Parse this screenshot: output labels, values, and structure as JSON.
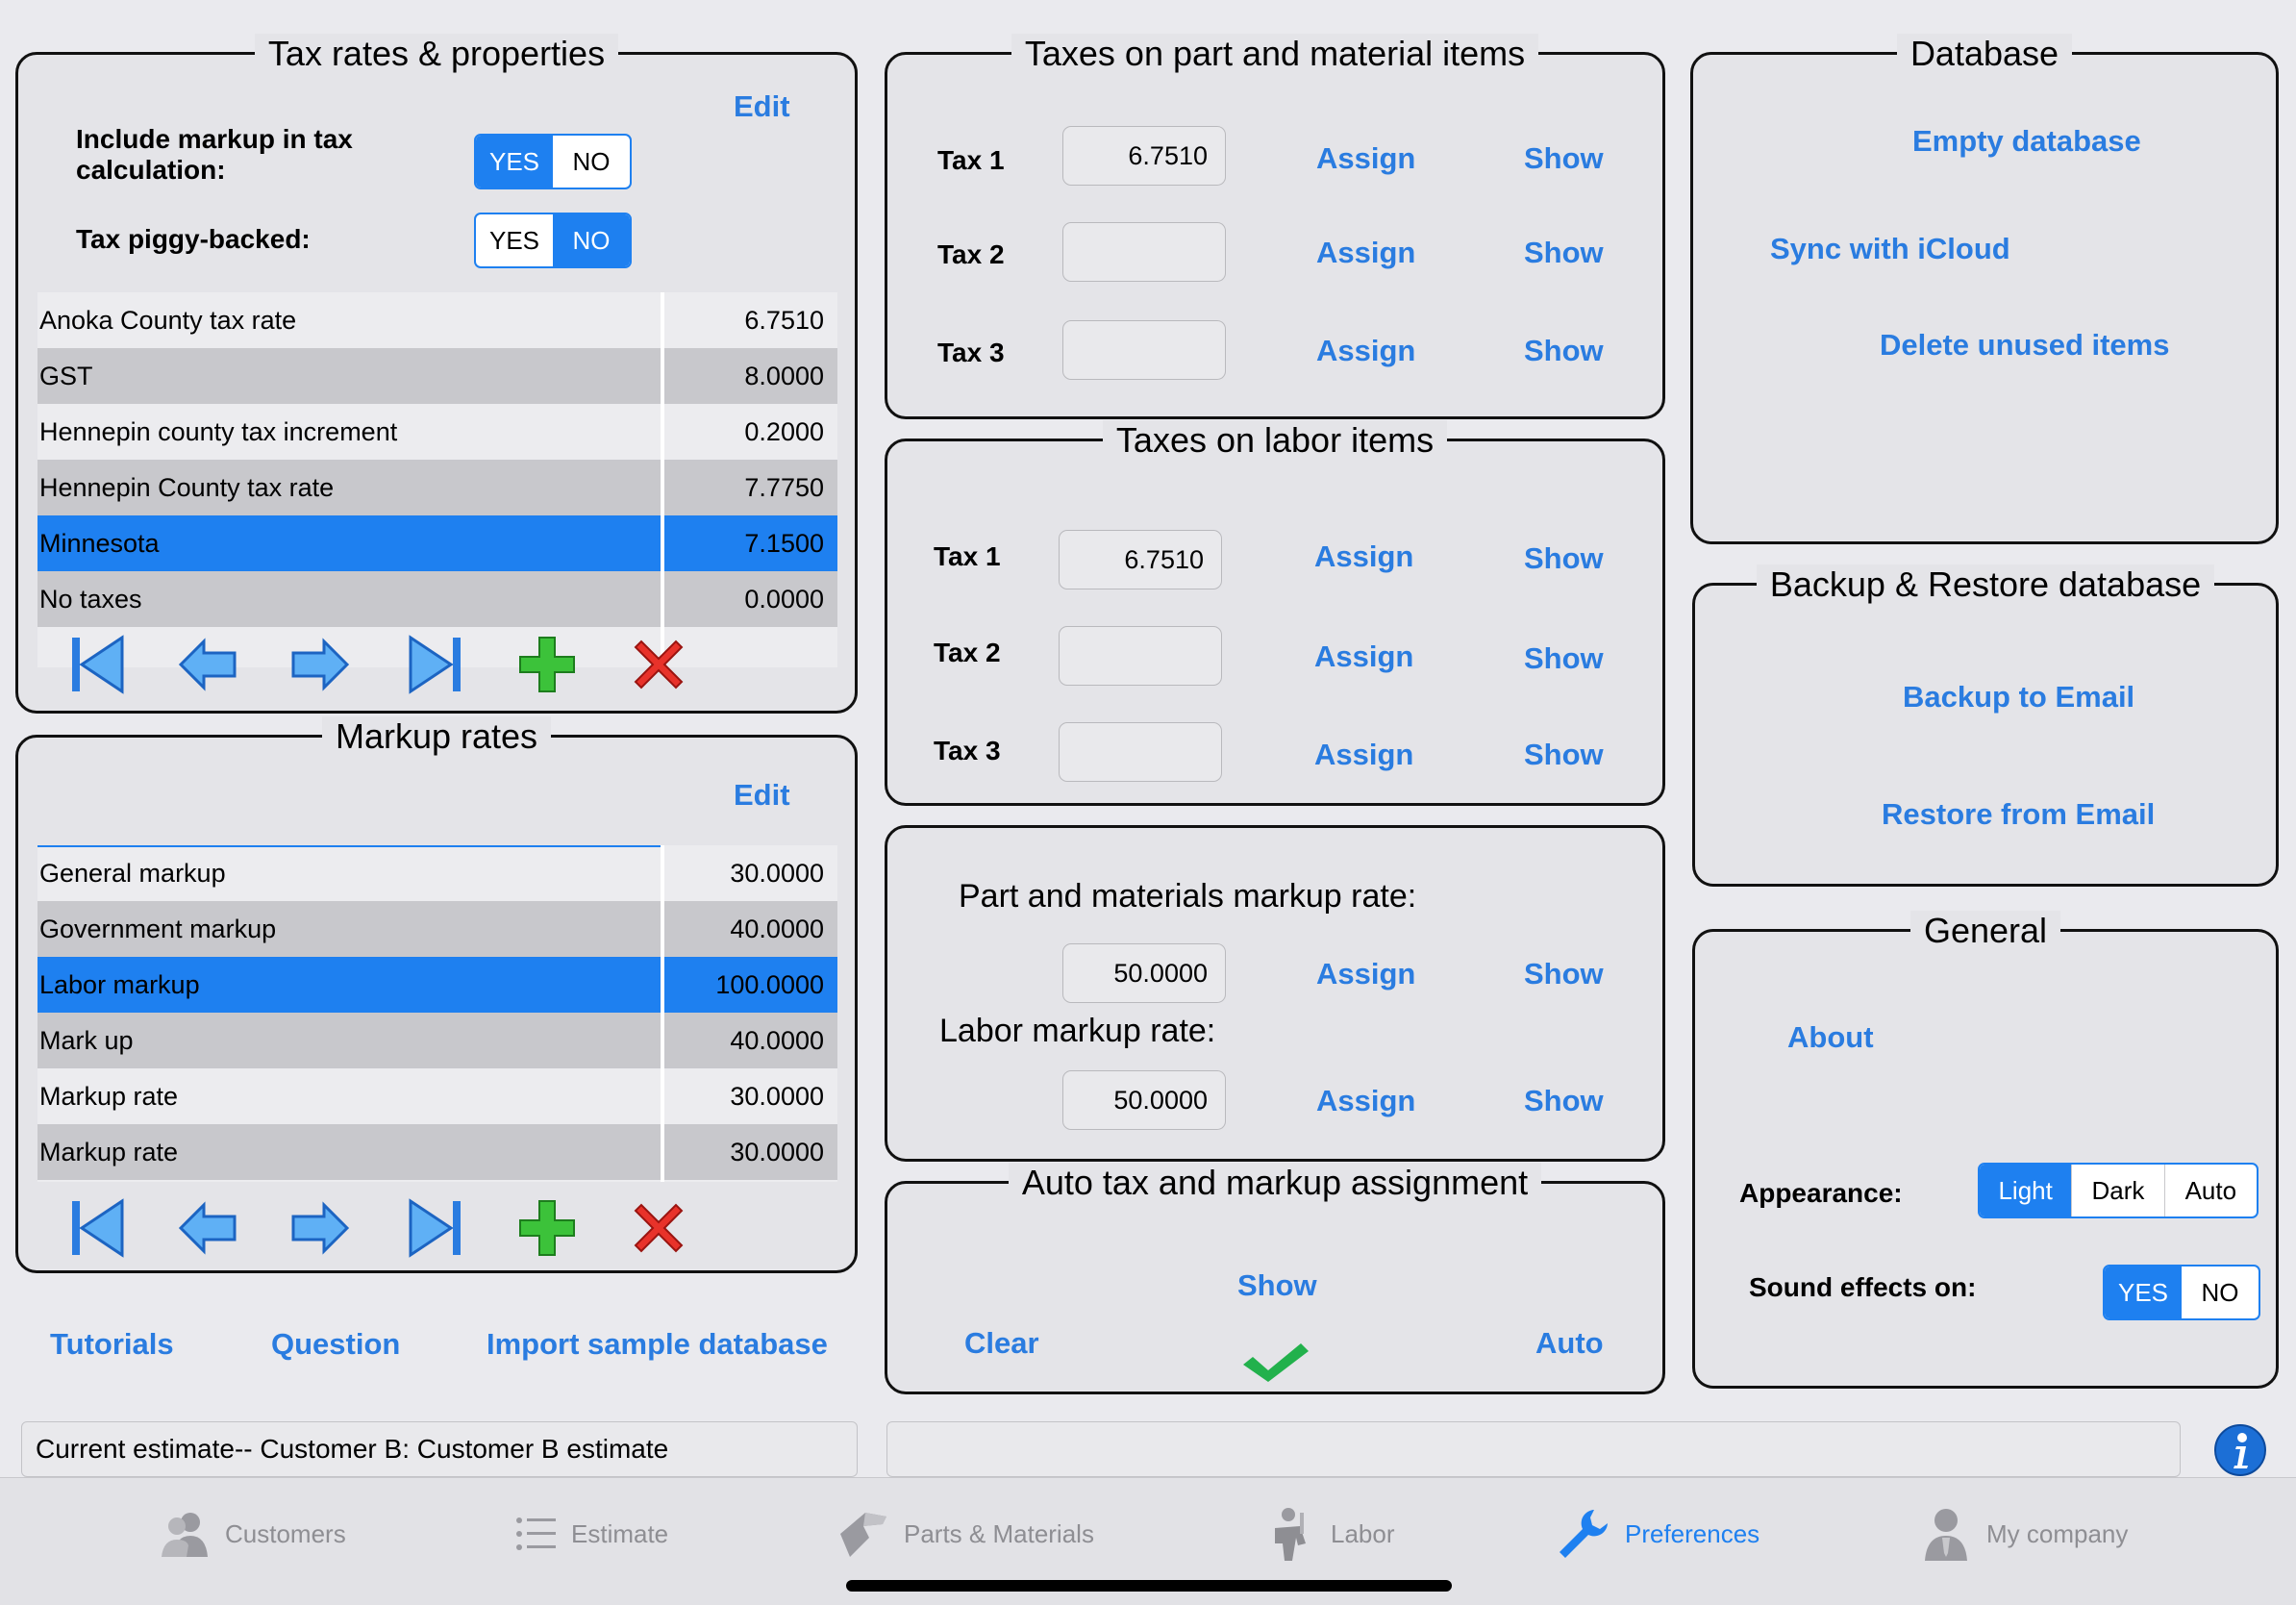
{
  "tax_panel": {
    "title": "Tax rates & properties",
    "edit": "Edit",
    "include_markup_label": "Include markup in tax calculation:",
    "include_markup": {
      "yes": "YES",
      "no": "NO",
      "selected": "YES"
    },
    "piggyback_label": "Tax piggy-backed:",
    "piggyback": {
      "yes": "YES",
      "no": "NO",
      "selected": "NO"
    },
    "rows": [
      {
        "name": "Anoka County tax rate",
        "value": "6.7510"
      },
      {
        "name": "GST",
        "value": "8.0000"
      },
      {
        "name": "Hennepin county tax increment",
        "value": "0.2000"
      },
      {
        "name": "Hennepin County tax rate",
        "value": "7.7750"
      },
      {
        "name": "Minnesota",
        "value": "7.1500"
      },
      {
        "name": "No taxes",
        "value": "0.0000"
      }
    ],
    "selected_row": 4
  },
  "markup_panel": {
    "title": "Markup rates",
    "edit": "Edit",
    "rows": [
      {
        "name": "General markup",
        "value": "30.0000"
      },
      {
        "name": "Government markup",
        "value": "40.0000"
      },
      {
        "name": "Labor markup",
        "value": "100.0000"
      },
      {
        "name": "Mark up",
        "value": "40.0000"
      },
      {
        "name": "Markup rate",
        "value": "30.0000"
      },
      {
        "name": "Markup rate",
        "value": "30.0000"
      }
    ],
    "selected_row": 2
  },
  "bottom_links": {
    "tutorials": "Tutorials",
    "question": "Question",
    "import": "Import sample database"
  },
  "current_estimate": "Current estimate--  Customer B: Customer B estimate",
  "parts_taxes": {
    "title": "Taxes on part and material items",
    "rows": [
      {
        "label": "Tax 1",
        "value": "6.7510",
        "assign": "Assign",
        "show": "Show"
      },
      {
        "label": "Tax 2",
        "value": "",
        "assign": "Assign",
        "show": "Show"
      },
      {
        "label": "Tax 3",
        "value": "",
        "assign": "Assign",
        "show": "Show"
      }
    ]
  },
  "labor_taxes": {
    "title": "Taxes on labor items",
    "rows": [
      {
        "label": "Tax 1",
        "value": "6.7510",
        "assign": "Assign",
        "show": "Show"
      },
      {
        "label": "Tax 2",
        "value": "",
        "assign": "Assign",
        "show": "Show"
      },
      {
        "label": "Tax 3",
        "value": "",
        "assign": "Assign",
        "show": "Show"
      }
    ]
  },
  "markup_rates": {
    "parts_label": "Part and materials markup rate:",
    "parts_value": "50.0000",
    "labor_label": "Labor markup rate:",
    "labor_value": "50.0000",
    "assign": "Assign",
    "show": "Show"
  },
  "auto_panel": {
    "title": "Auto tax and markup assignment",
    "show": "Show",
    "clear": "Clear",
    "auto": "Auto"
  },
  "database": {
    "title": "Database",
    "empty": "Empty database",
    "sync": "Sync with iCloud",
    "delete_unused": "Delete unused items"
  },
  "backup": {
    "title": "Backup & Restore database",
    "backup_email": "Backup to Email",
    "restore_email": "Restore from Email"
  },
  "general": {
    "title": "General",
    "about": "About",
    "appearance_label": "Appearance:",
    "appearance": {
      "options": [
        "Light",
        "Dark",
        "Auto"
      ],
      "selected": "Light"
    },
    "sound_label": "Sound effects on:",
    "sound": {
      "yes": "YES",
      "no": "NO",
      "selected": "YES"
    }
  },
  "tabs": [
    {
      "label": "Customers",
      "icon": "customers-icon"
    },
    {
      "label": "Estimate",
      "icon": "list-icon"
    },
    {
      "label": "Parts & Materials",
      "icon": "parts-icon"
    },
    {
      "label": "Labor",
      "icon": "worker-icon"
    },
    {
      "label": "Preferences",
      "icon": "wrench-icon"
    },
    {
      "label": "My company",
      "icon": "person-icon"
    }
  ],
  "active_tab": "Preferences",
  "colors": {
    "accent": "#1e80f0",
    "link": "#2a7ce0",
    "selected_row": "#1e80f0"
  }
}
